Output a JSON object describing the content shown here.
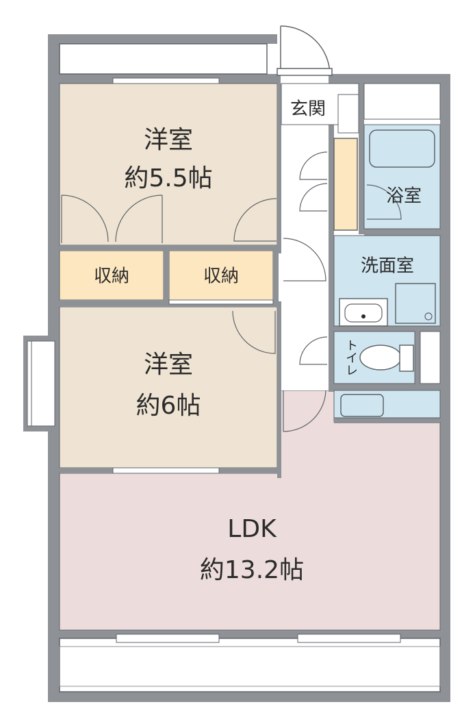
{
  "rooms": {
    "western_room_1": {
      "name": "洋室",
      "size": "約5.5帖"
    },
    "western_room_2": {
      "name": "洋室",
      "size": "約6帖"
    },
    "storage_1": {
      "name": "収納"
    },
    "storage_2": {
      "name": "収納"
    },
    "entrance": {
      "name": "玄関"
    },
    "bathroom": {
      "name": "浴室"
    },
    "washroom": {
      "name": "洗面室"
    },
    "toilet": {
      "name": "トイレ"
    },
    "ldk": {
      "name": "LDK",
      "size": "約13.2帖"
    }
  },
  "colors": {
    "wall": "#8e9196",
    "wall_edge": "#5f6368",
    "western_room": "#efe4d3",
    "storage": "#fde7c0",
    "wet_area": "#cfe6f1",
    "ldk": "#ecdcdc",
    "corridor": "#ffffff"
  }
}
